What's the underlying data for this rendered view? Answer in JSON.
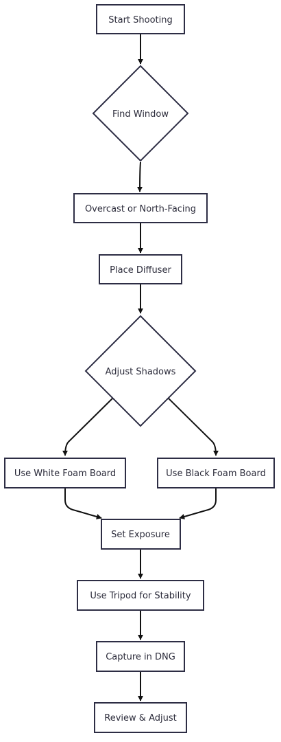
{
  "diagram": {
    "type": "flowchart",
    "nodes": [
      {
        "id": "start",
        "shape": "rect",
        "label": "Start Shooting"
      },
      {
        "id": "window",
        "shape": "diamond",
        "label": "Find Window"
      },
      {
        "id": "overcast",
        "shape": "rect",
        "label": "Overcast or North-Facing"
      },
      {
        "id": "diffuser",
        "shape": "rect",
        "label": "Place Diffuser"
      },
      {
        "id": "shadows",
        "shape": "diamond",
        "label": "Adjust Shadows"
      },
      {
        "id": "white",
        "shape": "rect",
        "label": "Use White Foam Board"
      },
      {
        "id": "black",
        "shape": "rect",
        "label": "Use Black Foam Board"
      },
      {
        "id": "exposure",
        "shape": "rect",
        "label": "Set Exposure"
      },
      {
        "id": "tripod",
        "shape": "rect",
        "label": "Use Tripod for Stability"
      },
      {
        "id": "dng",
        "shape": "rect",
        "label": "Capture in DNG"
      },
      {
        "id": "review",
        "shape": "rect",
        "label": "Review & Adjust"
      }
    ],
    "edges": [
      {
        "from": "start",
        "to": "window"
      },
      {
        "from": "window",
        "to": "overcast"
      },
      {
        "from": "overcast",
        "to": "diffuser"
      },
      {
        "from": "diffuser",
        "to": "shadows"
      },
      {
        "from": "shadows",
        "to": "white"
      },
      {
        "from": "shadows",
        "to": "black"
      },
      {
        "from": "white",
        "to": "exposure"
      },
      {
        "from": "black",
        "to": "exposure"
      },
      {
        "from": "exposure",
        "to": "tripod"
      },
      {
        "from": "tripod",
        "to": "dng"
      },
      {
        "from": "dng",
        "to": "review"
      }
    ],
    "colors": {
      "node_border": "#2d2d44",
      "node_fill": "#ffffff",
      "text": "#2b2b3a",
      "edge": "#111111"
    }
  }
}
